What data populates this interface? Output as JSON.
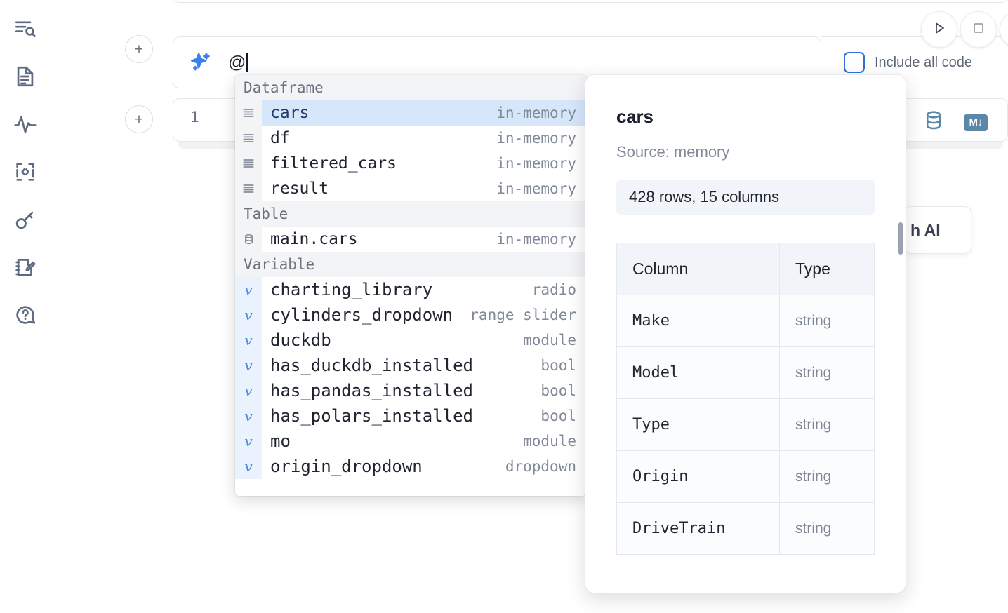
{
  "sidebar": {
    "items": [
      {
        "name": "search-outline-icon",
        "label": "Explore"
      },
      {
        "name": "document-icon",
        "label": "Notebook"
      },
      {
        "name": "activity-pulse-icon",
        "label": "Activity"
      },
      {
        "name": "code-brackets-icon",
        "label": "Snippets"
      },
      {
        "name": "key-icon",
        "label": "Secrets"
      },
      {
        "name": "notepad-edit-icon",
        "label": "Scratchpad"
      },
      {
        "name": "chat-question-icon",
        "label": "Help"
      }
    ]
  },
  "gutter": {
    "add_cell_label": "+"
  },
  "ai_prompt": {
    "value": "@",
    "sparkle_icon": "sparkle-icon",
    "include_all_code_label": "Include all code",
    "include_all_code_checked": false,
    "accent_color": "#2f6fdd"
  },
  "toolbar": {
    "run_label": "run-icon",
    "stop_label": "stop-icon",
    "more_label": "more-icon"
  },
  "code_cell": {
    "line_number": "1",
    "database_icon": "database-icon",
    "markdown_badge": "M↓",
    "icon_color": "#5b87a8"
  },
  "ai_chip": {
    "label": "h AI"
  },
  "autocomplete": {
    "groups": [
      {
        "label": "Dataframe",
        "items": [
          {
            "icon": "rows-icon",
            "name": "cars",
            "type": "in-memory",
            "selected": true
          },
          {
            "icon": "rows-icon",
            "name": "df",
            "type": "in-memory",
            "selected": false
          },
          {
            "icon": "rows-icon",
            "name": "filtered_cars",
            "type": "in-memory",
            "selected": false
          },
          {
            "icon": "rows-icon",
            "name": "result",
            "type": "in-memory",
            "selected": false
          }
        ]
      },
      {
        "label": "Table",
        "items": [
          {
            "icon": "database-icon",
            "name": "main.cars",
            "type": "in-memory",
            "selected": false
          }
        ]
      },
      {
        "label": "Variable",
        "items": [
          {
            "icon": "variable-icon",
            "name": "charting_library",
            "type": "radio",
            "selected": false
          },
          {
            "icon": "variable-icon",
            "name": "cylinders_dropdown",
            "type": "range_slider",
            "selected": false
          },
          {
            "icon": "variable-icon",
            "name": "duckdb",
            "type": "module",
            "selected": false
          },
          {
            "icon": "variable-icon",
            "name": "has_duckdb_installed",
            "type": "bool",
            "selected": false
          },
          {
            "icon": "variable-icon",
            "name": "has_pandas_installed",
            "type": "bool",
            "selected": false
          },
          {
            "icon": "variable-icon",
            "name": "has_polars_installed",
            "type": "bool",
            "selected": false
          },
          {
            "icon": "variable-icon",
            "name": "mo",
            "type": "module",
            "selected": false
          },
          {
            "icon": "variable-icon",
            "name": "origin_dropdown",
            "type": "dropdown",
            "selected": false
          }
        ]
      }
    ]
  },
  "detail": {
    "title": "cars",
    "source": "Source: memory",
    "shape": "428 rows, 15 columns",
    "columns_header": "Column",
    "type_header": "Type",
    "rows": [
      {
        "column": "Make",
        "type": "string"
      },
      {
        "column": "Model",
        "type": "string"
      },
      {
        "column": "Type",
        "type": "string"
      },
      {
        "column": "Origin",
        "type": "string"
      },
      {
        "column": "DriveTrain",
        "type": "string"
      }
    ]
  }
}
